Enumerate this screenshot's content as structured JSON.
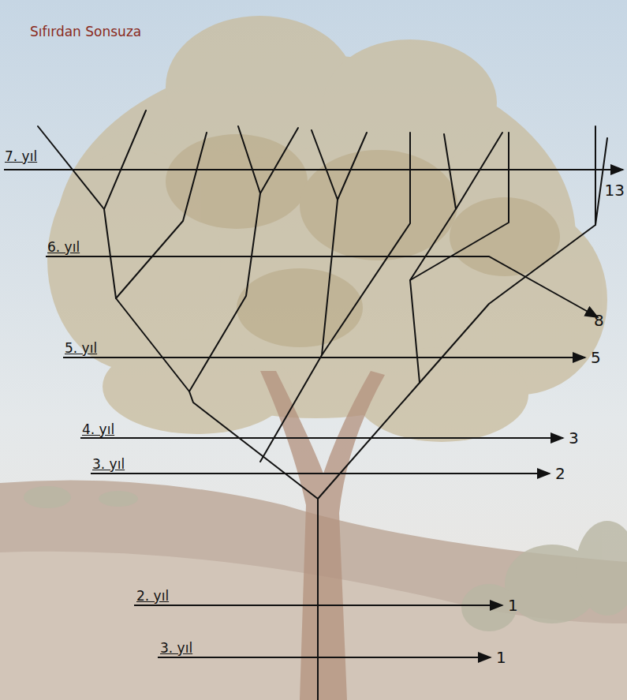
{
  "diagram": {
    "title": "Sıfırdan Sonsuza",
    "labels": [
      "7. yıl",
      "13",
      "6. yıl",
      "8",
      "5. yıl",
      "5",
      "4. yıl",
      "3",
      "3. yıl",
      "2",
      "2. yıl",
      "1",
      "3. yıl",
      "1"
    ]
  }
}
